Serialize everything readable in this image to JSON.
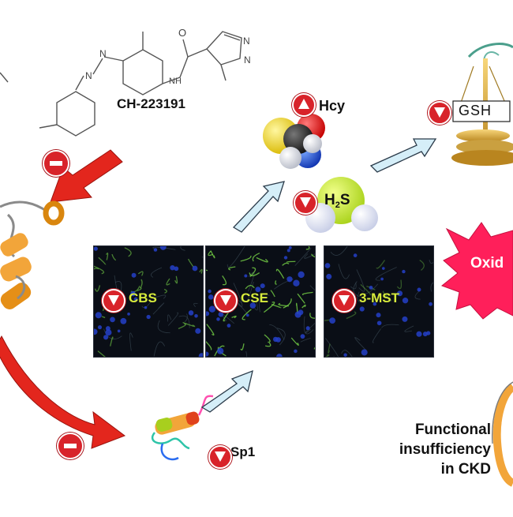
{
  "compound": {
    "name": "CH-223191"
  },
  "metabolites": {
    "hcy": "Hcy",
    "h2s_main": "H",
    "h2s_sub": "2",
    "h2s_tail": "S"
  },
  "panels": [
    {
      "label": "CBS"
    },
    {
      "label": "CSE"
    },
    {
      "label": "3-MST"
    }
  ],
  "factor": {
    "sp1": "Sp1"
  },
  "balance": {
    "gsh": "GSH"
  },
  "oxidative": {
    "label": "Oxid"
  },
  "ckd": {
    "line1": "Functional",
    "line2": "insufficiency",
    "line3": "in CKD"
  },
  "colors": {
    "indicator_red": "#d8232a",
    "arrow_red": "#e3261d",
    "arrow_light_blue": "#d5eef8",
    "protein_orange": "#f2a53a",
    "panel_text": "#d8ec3c",
    "burst_magenta": "#ff1f5a"
  }
}
